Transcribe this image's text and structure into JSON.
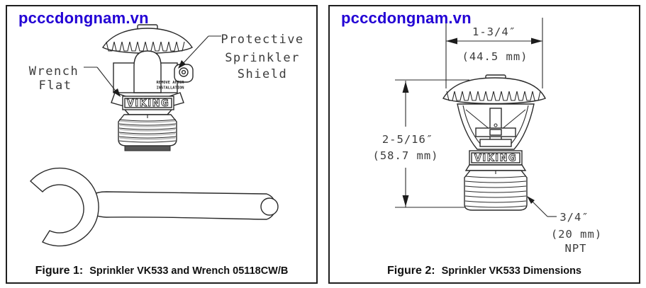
{
  "watermark": {
    "text": "pcccdongnam.vn",
    "color": "#2200d5"
  },
  "figure1": {
    "callout_wrench_flat": {
      "line1": "Wrench",
      "line2": "Flat"
    },
    "callout_shield": {
      "line1": "Protective",
      "line2": "Sprinkler",
      "line3": "Shield"
    },
    "shield_tag": {
      "line1": "REMOVE AFTER",
      "line2": "INSTALLATION"
    },
    "brand": "VIKING",
    "caption": {
      "label": "Figure 1:",
      "text": "Sprinkler VK533 and Wrench 05118CW/B"
    }
  },
  "figure2": {
    "brand": "VIKING",
    "dim_width": {
      "inches": "1-3/4″",
      "mm": "(44.5 mm)"
    },
    "dim_height": {
      "inches": "2-5/16″",
      "mm": "(58.7 mm)"
    },
    "dim_thread": {
      "inches": "3/4″",
      "mm": "(20 mm)",
      "type": "NPT"
    },
    "caption": {
      "label": "Figure 2:",
      "text": "Sprinkler VK533 Dimensions"
    }
  }
}
